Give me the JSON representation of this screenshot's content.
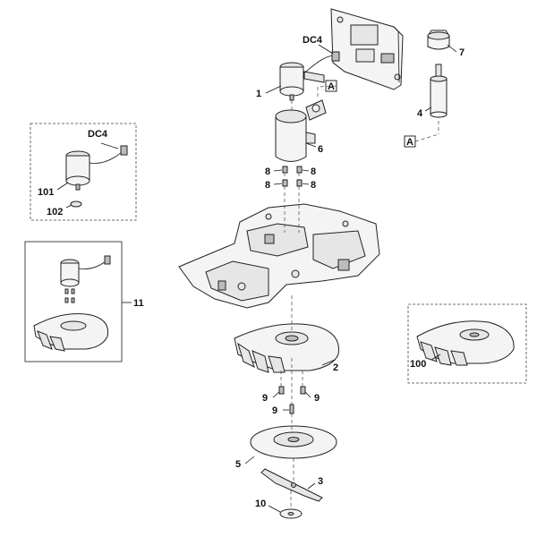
{
  "callouts": {
    "p1": "1",
    "p2": "2",
    "p3": "3",
    "p4": "4",
    "p5": "5",
    "p6": "6",
    "p7": "7",
    "p8a": "8",
    "p8b": "8",
    "p8c": "8",
    "p8d": "8",
    "p9a": "9",
    "p9b": "9",
    "p9c": "9",
    "p10": "10",
    "p11": "11",
    "p100": "100",
    "p101": "101",
    "p102": "102",
    "dc4_main": "DC4",
    "dc4_inset": "DC4",
    "ref_a_top": "A",
    "ref_a_bottom": "A"
  }
}
